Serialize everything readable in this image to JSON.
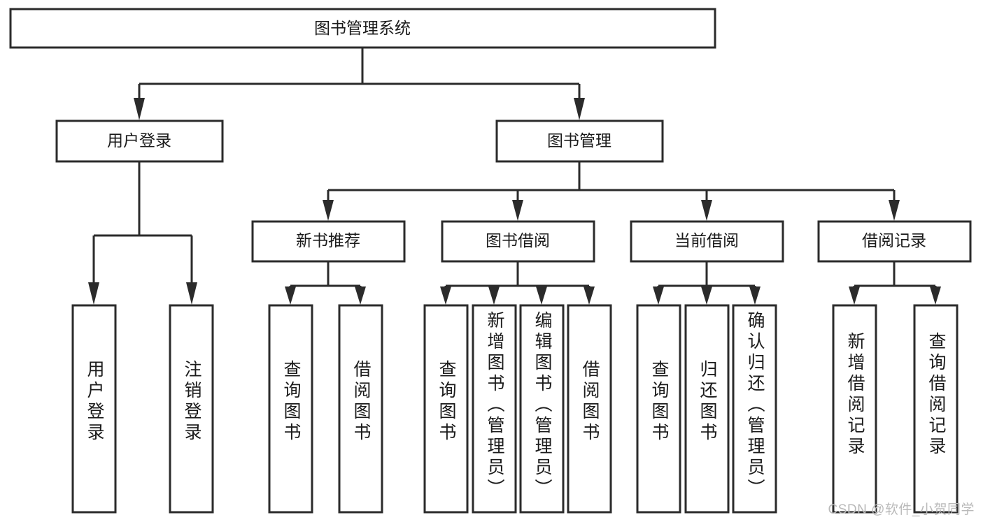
{
  "diagram": {
    "title": "图书管理系统",
    "watermark": "CSDN @软件_小贺同学",
    "colors": {
      "stroke": "#2b2b2b",
      "fill": "#ffffff",
      "text": "#1b1b1b",
      "watermark": "#b9b9b9",
      "background": "#ffffff"
    },
    "root": {
      "label": "图书管理系统"
    },
    "level2": [
      {
        "label": "用户登录"
      },
      {
        "label": "图书管理"
      }
    ],
    "level3": [
      {
        "label": "新书推荐"
      },
      {
        "label": "图书借阅"
      },
      {
        "label": "当前借阅"
      },
      {
        "label": "借阅记录"
      }
    ],
    "leaves": {
      "user_login": [
        {
          "label": "用户登录"
        },
        {
          "label": "注销登录"
        }
      ],
      "new_book_recommend": [
        {
          "label": "查询图书"
        },
        {
          "label": "借阅图书"
        }
      ],
      "book_borrow": [
        {
          "label": "查询图书"
        },
        {
          "label": "新增图书（管理员）"
        },
        {
          "label": "编辑图书（管理员）"
        },
        {
          "label": "借阅图书"
        }
      ],
      "current_borrow": [
        {
          "label": "查询图书"
        },
        {
          "label": "归还图书"
        },
        {
          "label": "确认归还（管理员）"
        }
      ],
      "borrow_record": [
        {
          "label": "新增借阅记录"
        },
        {
          "label": "查询借阅记录"
        }
      ]
    }
  }
}
